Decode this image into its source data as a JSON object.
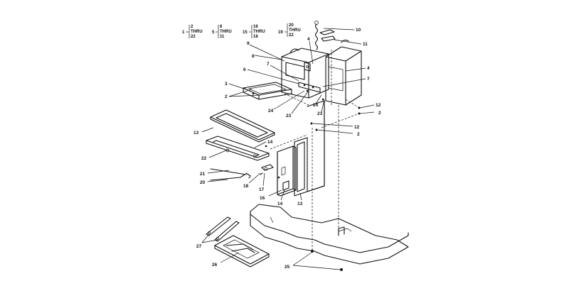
{
  "key_groups": [
    {
      "parent": "1",
      "top": "2",
      "mid": "THRU",
      "bottom": "22"
    },
    {
      "parent": "5",
      "top": "6",
      "mid": "THRU",
      "bottom": "11"
    },
    {
      "parent": "15",
      "top": "16",
      "mid": "THRU",
      "bottom": "18"
    },
    {
      "parent": "19",
      "top": "20",
      "mid": "THRU",
      "bottom": "22"
    }
  ],
  "callouts": {
    "c10": "10",
    "c11": "11",
    "c9": "9",
    "c8": "8",
    "c4a": "4",
    "c4b": "4",
    "c7a": "7",
    "c7b": "7",
    "c6": "6",
    "c3": "3",
    "c2a": "2",
    "c24a": "24",
    "c23a": "23",
    "c24b": "24",
    "c23b": "23",
    "c12a": "12",
    "c2b": "2",
    "c12b": "12",
    "c2c": "2",
    "c13a": "13",
    "c14a": "14",
    "c22": "22",
    "c21": "21",
    "c20": "20",
    "c17": "17",
    "c18": "18",
    "c16": "16",
    "c14b": "14",
    "c13b": "13",
    "c27": "27",
    "c26": "26",
    "c25": "25"
  }
}
